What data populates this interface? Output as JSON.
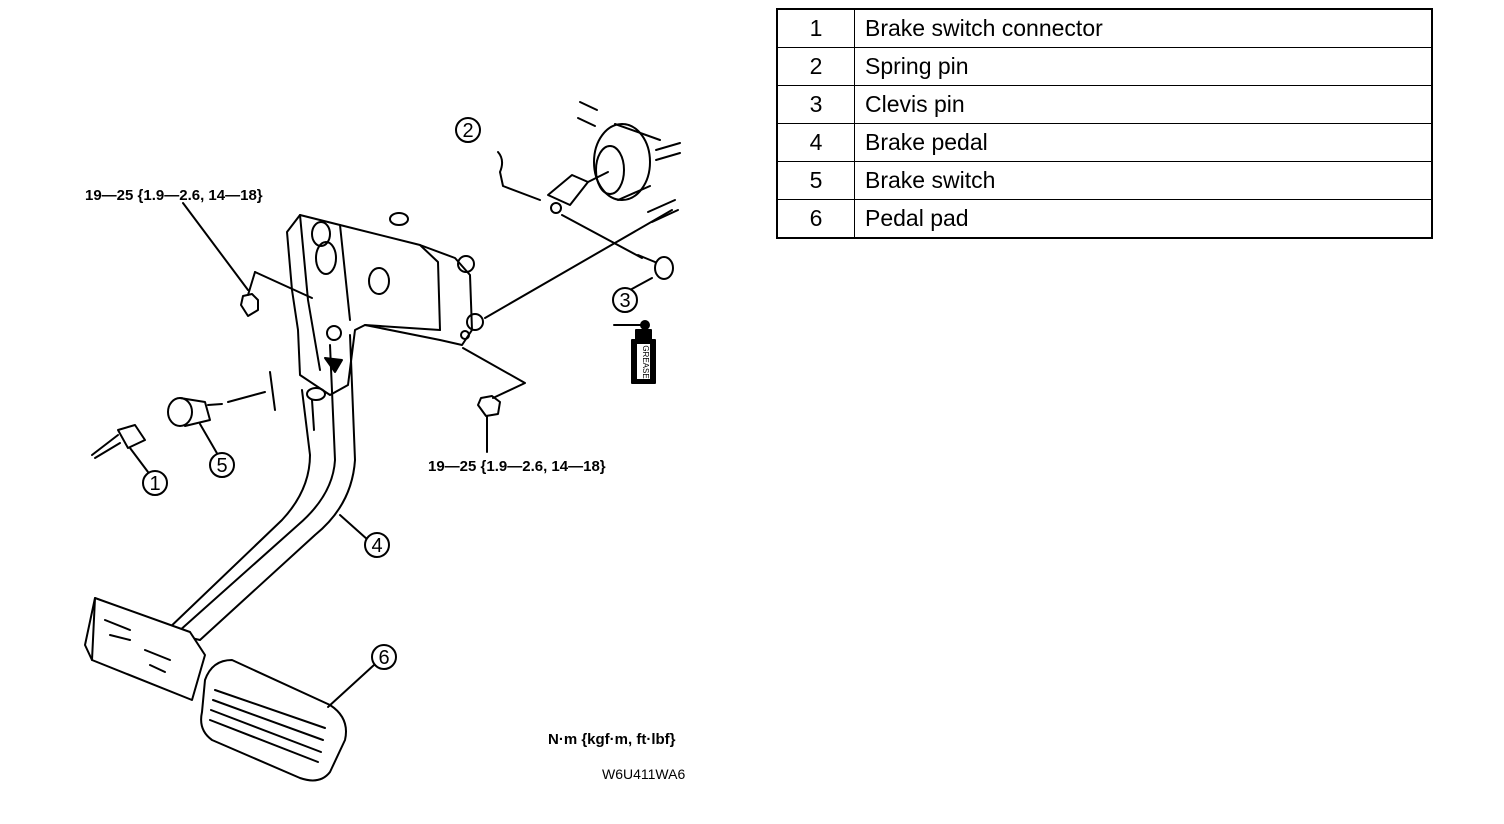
{
  "legend": [
    {
      "number": "1",
      "name": "Brake switch connector"
    },
    {
      "number": "2",
      "name": "Spring pin"
    },
    {
      "number": "3",
      "name": "Clevis pin"
    },
    {
      "number": "4",
      "name": "Brake pedal"
    },
    {
      "number": "5",
      "name": "Brake switch"
    },
    {
      "number": "6",
      "name": "Pedal pad"
    }
  ],
  "callouts": [
    "1",
    "2",
    "3",
    "4",
    "5",
    "6"
  ],
  "torque_top": "19—25 {1.9—2.6, 14—18}",
  "torque_bottom": "19—25 {1.9—2.6, 14—18}",
  "units": "N·m {kgf·m, ft·lbf}",
  "figure_code": "W6U411WA6",
  "grease_label": "GREASE"
}
